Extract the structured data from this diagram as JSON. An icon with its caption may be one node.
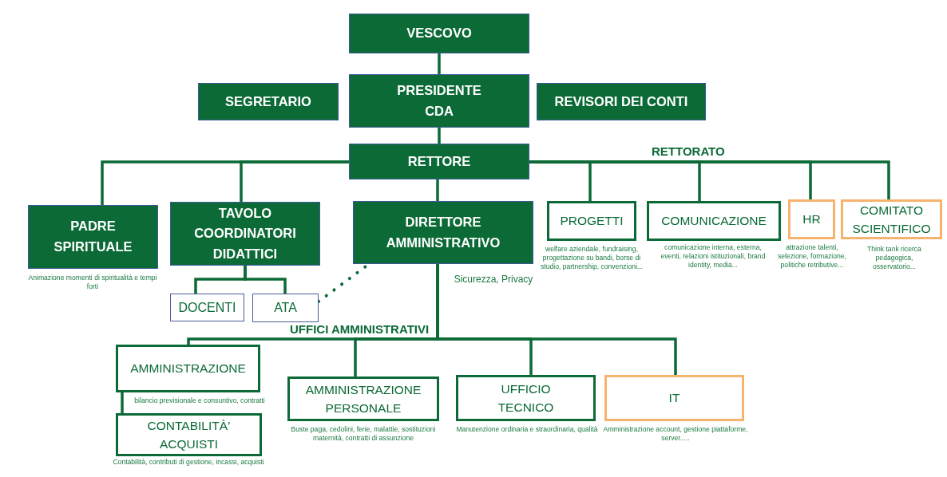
{
  "diagram": {
    "nodes": [
      {
        "text": [
          "VESCOVO"
        ]
      },
      {
        "text": [
          "PRESIDENTE CDA"
        ]
      },
      {
        "text": [
          "SEGRETARIO"
        ]
      },
      {
        "text": [
          "REVISORI DEI CONTI"
        ]
      },
      {
        "text": [
          "RETTORE"
        ]
      },
      {
        "text": [
          "PADRE SPIRITUALE"
        ],
        "beside": [
          "Animazione momenti di spiritualità e tempi forti"
        ]
      },
      {
        "text": [
          "TAVOLO COORDINATORI DIDATTICI"
        ]
      },
      {
        "text": [
          "DIRETTORE AMMINISTRATIVO"
        ],
        "beside": [
          "Sicurezza, Privacy"
        ]
      },
      {
        "text": [
          "PROGETTI"
        ],
        "beside": [
          "welfare aziendale, fundraising, progettazione su bandi, borse di studio, partnership, convenzioni..."
        ]
      },
      {
        "text": [
          "COMUNICAZIONE"
        ],
        "beside": [
          "comunicazione interna, esterna, eventi, relazioni istituzionali, brand identity, media..."
        ]
      },
      {
        "text": [
          "HR"
        ],
        "beside": [
          "attrazione talenti, selezione, formazione, politiche retributive..."
        ]
      },
      {
        "text": [
          "COMITATO SCIENTIFICO"
        ],
        "beside": [
          "Think tank ricerca pedagogica, osservatorio..."
        ]
      },
      {
        "text": [
          "DOCENTI"
        ]
      },
      {
        "text": [
          "ATA"
        ]
      },
      {
        "text": [
          "AMMINISTRAZIONE"
        ],
        "beside": [
          "bilancio previsionale e consuntivo, contratti"
        ]
      },
      {
        "text": [
          "AMMINISTRAZIONE PERSONALE"
        ],
        "beside": [
          "Buste paga, cedolini, ferie, malattie, sostituzioni maternità, contratti di assunzione"
        ]
      },
      {
        "text": [
          "UFFICIO TECNICO"
        ],
        "beside": [
          "Manutenzione ordinaria e straordinaria, qualità"
        ]
      },
      {
        "text": [
          "IT"
        ],
        "beside": [
          "Amministrazione account, gestione piattaforme, server....."
        ]
      },
      {
        "text": [
          "CONTABILITÀ’ ACQUISTI"
        ],
        "beside": [
          "Contabilità, contributi di gestione, incassi, acquisti"
        ]
      }
    ],
    "edges": [
      {
        "from": 0,
        "to": 1,
        "arrow": "none"
      },
      {
        "from": 1,
        "to": 4,
        "arrow": "none"
      },
      {
        "from": 4,
        "to": 5,
        "arrow": "none"
      },
      {
        "from": 4,
        "to": 6,
        "arrow": "none"
      },
      {
        "from": 4,
        "to": 7,
        "arrow": "none"
      },
      {
        "from": 4,
        "to": 8,
        "arrow": "none"
      },
      {
        "from": 4,
        "to": 9,
        "arrow": "none"
      },
      {
        "from": 4,
        "to": 10,
        "arrow": "none"
      },
      {
        "from": 4,
        "to": 11,
        "arrow": "none"
      },
      {
        "from": 6,
        "to": 12,
        "arrow": "none"
      },
      {
        "from": 6,
        "to": 13,
        "arrow": "none"
      },
      {
        "from": 13,
        "to": 7,
        "arrow": "none",
        "style": "dashed"
      },
      {
        "from": 7,
        "to": 14,
        "arrow": "none"
      },
      {
        "from": 7,
        "to": 15,
        "arrow": "none"
      },
      {
        "from": 7,
        "to": 16,
        "arrow": "none"
      },
      {
        "from": 7,
        "to": 17,
        "arrow": "none"
      },
      {
        "from": 14,
        "to": 18,
        "arrow": "none"
      }
    ],
    "labels": [
      "RETTORATO",
      "UFFICI AMMINISTRATIVI"
    ]
  }
}
